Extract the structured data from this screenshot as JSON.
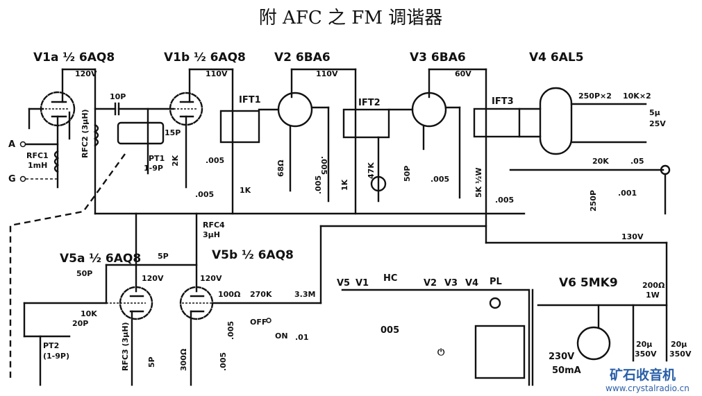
{
  "title": "附 AFC 之 FM 调谐器",
  "tubes": {
    "v1a": "V1a ½ 6AQ8",
    "v1b": "V1b ½ 6AQ8",
    "v2": "V2 6BA6",
    "v3": "V3 6BA6",
    "v4": "V4 6AL5",
    "v5a": "V5a ½ 6AQ8",
    "v5b": "V5b ½ 6AQ8",
    "v6": "V6 5MK9"
  },
  "voltages": {
    "v1a_plate": "120V",
    "v1b_plate": "110V",
    "v2_plate": "110V",
    "v3_plate": "60V",
    "b_plus": "130V",
    "v5a_plate": "120V",
    "v5b_plate": "120V"
  },
  "terminals": {
    "antenna": "A",
    "ground": "G"
  },
  "components": {
    "rfc1": "RFC1",
    "rfc1_value": "1mH",
    "rfc2": "RFC2 (3μH)",
    "c_10p": "10P",
    "c_15p": "15P",
    "pt1": "PT1",
    "pt1_value": "1-9P",
    "r_2k": "2K",
    "c_005_a": ".005",
    "c_005_b": ".005",
    "r_1k_a": "1K",
    "ift1": "IFT1",
    "r_68": "68Ω",
    "c_005_c": ".005",
    "c_005_d": ".005",
    "r_1k_b": "1K",
    "ift2": "IFT2",
    "r_47k": "47K",
    "c_50p_a": "50P",
    "c_005_e": ".005",
    "ift3": "IFT3",
    "r_5k": "5K ½W",
    "c_005_f": ".005",
    "c_250px2": "250P×2",
    "r_10kx2": "10K×2",
    "c_5u": "5μ",
    "c_5u_v": "25V",
    "r_20k": "20K",
    "c_05": ".05",
    "c_250p": "250P",
    "c_001": ".001",
    "rfc4": "RFC4",
    "rfc4_value": "3μH",
    "c_5p_a": "5P",
    "c_50p_b": "50P",
    "r_10k": "10K",
    "c_20p": "20P",
    "pt2": "PT2",
    "pt2_value": "(1-9P)",
    "rfc3": "RFC3 (3μH)",
    "c_5p_b": "5P",
    "r_300": "300Ω",
    "c_005_g": ".005",
    "r_100": "100Ω",
    "r_270k": "270K",
    "r_33m": "3.3M",
    "c_005_h": ".005",
    "c_01": ".01",
    "sw_off": "OFF",
    "sw_on": "ON"
  },
  "power": {
    "heaters": [
      "V5",
      "V1",
      "V2",
      "V3",
      "V4"
    ],
    "hc": "HC",
    "c_005": "005",
    "pilot": "PL",
    "transformer": "230V",
    "transformer_current": "50mA",
    "r_200": "200Ω",
    "r_200_w": "1W",
    "c_20u_a": "20μ",
    "c_20u_a_v": "350V",
    "c_20u_b": "20μ",
    "c_20u_b_v": "350V"
  },
  "watermark": {
    "name": "矿石收音机",
    "url": "www.crystalradio.cn",
    "color": "#2a5fa8"
  }
}
